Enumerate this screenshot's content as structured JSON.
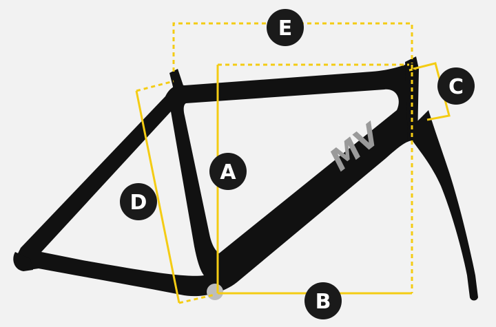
{
  "colors": {
    "background": "#f2f2f2",
    "frame": "#111111",
    "measure_line": "#f4cc14",
    "badge_fill": "#1a1a1a",
    "badge_text": "#ffffff",
    "bottom_bracket": "#bdbdbd",
    "logo": "#9a9a9a"
  },
  "labels": {
    "a": "A",
    "b": "B",
    "c": "C",
    "d": "D",
    "e": "E"
  },
  "logo": {
    "text": "MV"
  }
}
